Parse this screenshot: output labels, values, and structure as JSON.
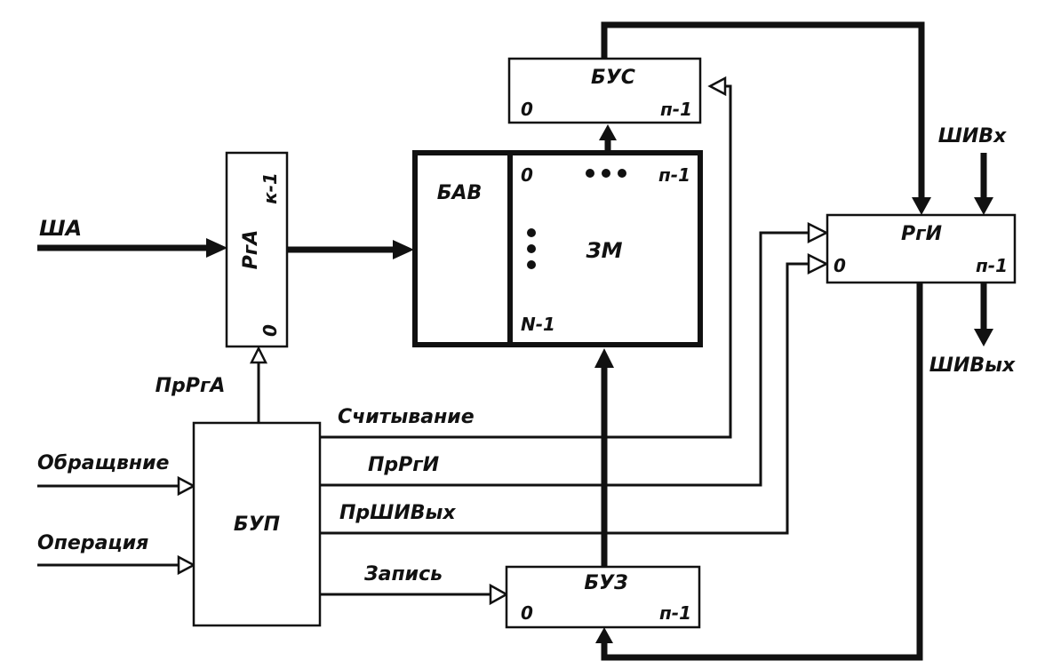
{
  "blocks": {
    "bus": "БУС",
    "bav": "БАВ",
    "zm": "ЗМ",
    "rga": "РгА",
    "rgi": "РгИ",
    "bup": "БУП",
    "buz": "БУЗ"
  },
  "bit_labels": {
    "bus_low": "0",
    "bus_high": "п-1",
    "zm_col_low": "0",
    "zm_col_high": "п-1",
    "zm_row_high": "N-1",
    "rga_low": "0",
    "rga_high": "к-1",
    "rgi_low": "0",
    "rgi_high": "п-1",
    "buz_low": "0",
    "buz_high": "п-1"
  },
  "signals": {
    "sha": "ША",
    "shivx": "ШИВх",
    "shivyx_out": "ШИВых",
    "prrga": "ПрРгА",
    "read": "Считывание",
    "prrgi": "ПрРгИ",
    "prshivyx": "ПрШИВых",
    "write": "Запись",
    "access": "Обращвние",
    "operation": "Операция"
  }
}
